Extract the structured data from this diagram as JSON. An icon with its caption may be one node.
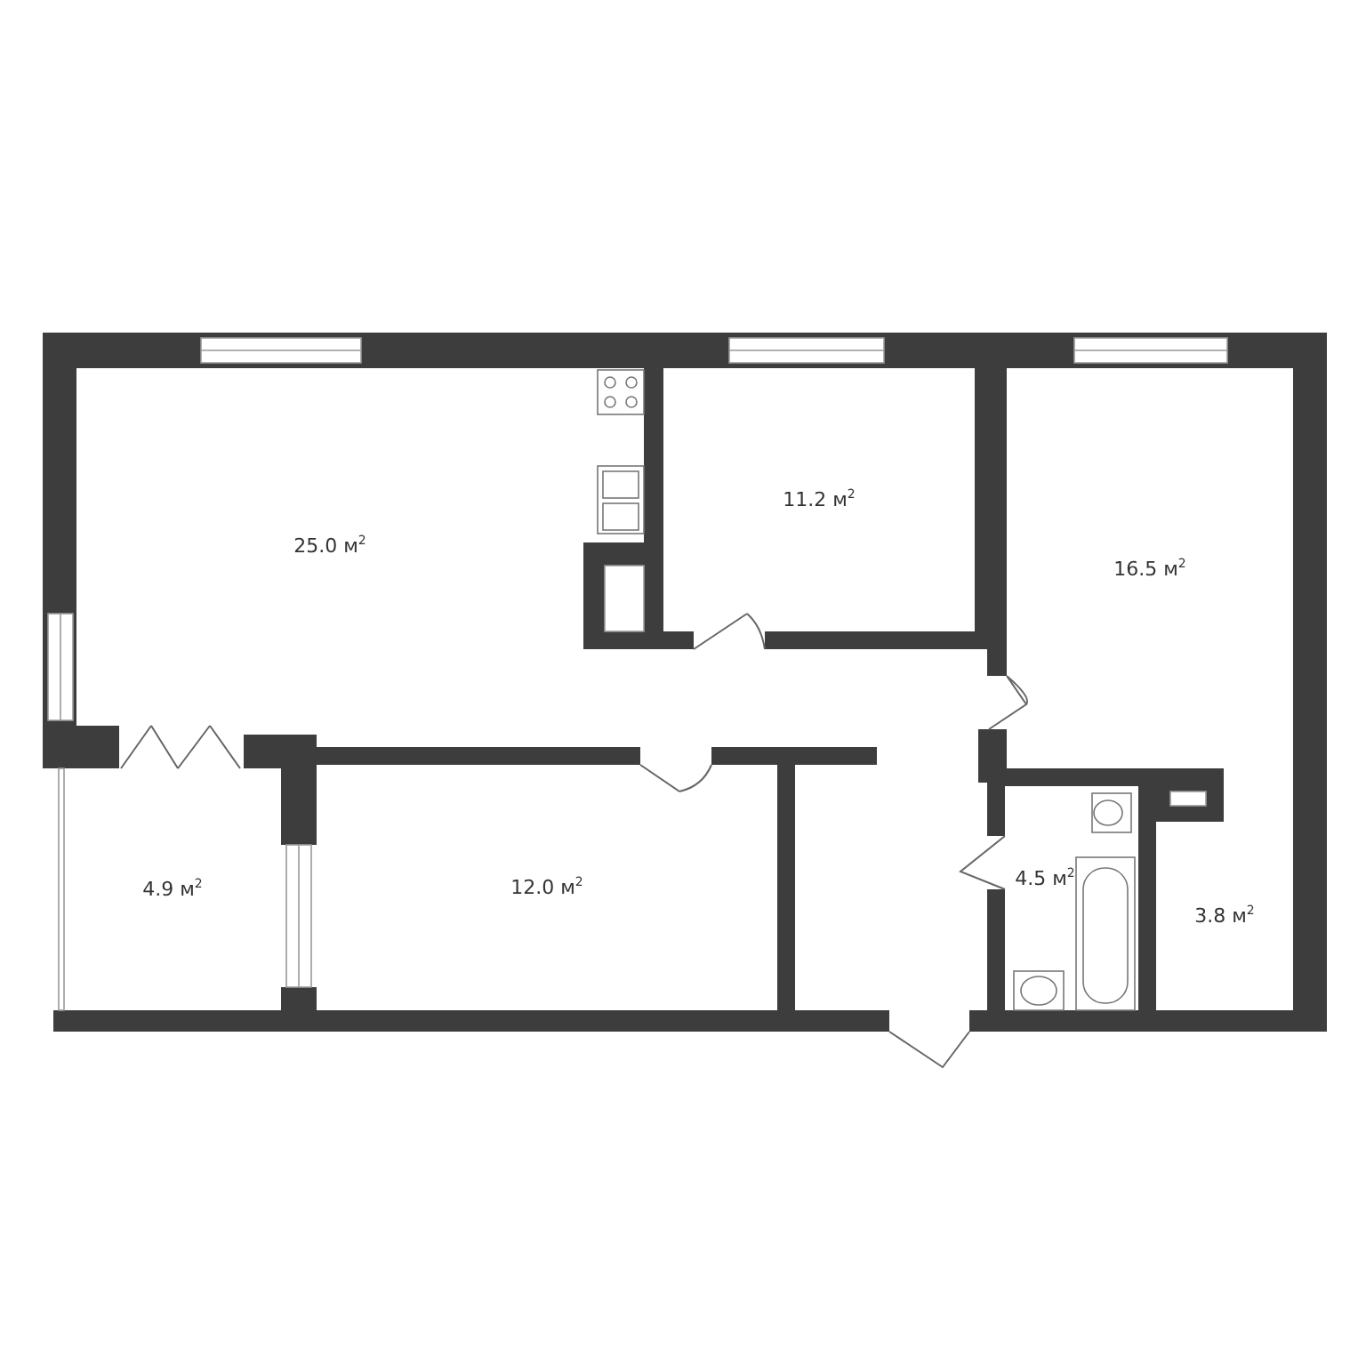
{
  "diagram": {
    "nodes": [
      {
        "text": [
          "25.0 м$^{2}$"
        ]
      },
      {
        "text": [
          "11.2 м$^{2}$"
        ]
      },
      {
        "text": [
          "16.5 м$^{2}$"
        ]
      },
      {
        "text": [
          "4.9 м$^{2}$"
        ]
      },
      {
        "text": [
          "12.0 м$^{2}$"
        ]
      },
      {
        "text": [
          "4.5 м$^{2}$"
        ]
      },
      {
        "text": [
          "3.8 м$^{2}$"
        ]
      }
    ]
  }
}
